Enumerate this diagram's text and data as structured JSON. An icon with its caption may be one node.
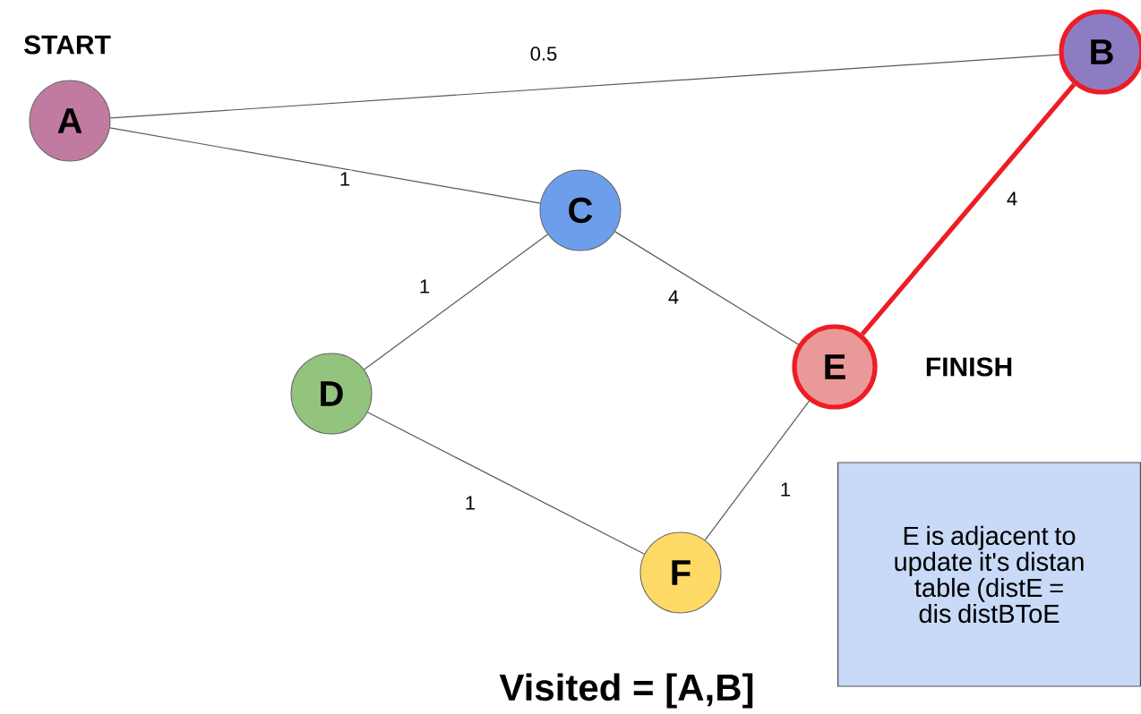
{
  "diagram": {
    "nodes": [
      {
        "text": [
          "A"
        ],
        "beside": [
          "START"
        ]
      },
      {
        "text": [
          "B"
        ]
      },
      {
        "text": [
          "C"
        ]
      },
      {
        "text": [
          "D"
        ]
      },
      {
        "text": [
          "E"
        ],
        "beside": [
          "FINISH"
        ]
      },
      {
        "text": [
          "F"
        ]
      },
      {
        "text": [
          "E is adjacent to update it's distan table (distE = dis distBToE"
        ]
      }
    ],
    "edges": [
      {
        "from": 0,
        "to": 1,
        "arrow": "none",
        "label": "0.5"
      },
      {
        "from": 0,
        "to": 2,
        "arrow": "none",
        "label": "1"
      },
      {
        "from": 1,
        "to": 4,
        "arrow": "none",
        "label": "4",
        "style": "thick",
        "color": "#ee1c24"
      },
      {
        "from": 2,
        "to": 3,
        "arrow": "none",
        "label": "1"
      },
      {
        "from": 2,
        "to": 4,
        "arrow": "none",
        "label": "4"
      },
      {
        "from": 3,
        "to": 5,
        "arrow": "none",
        "label": "1"
      },
      {
        "from": 4,
        "to": 5,
        "arrow": "none",
        "label": "1"
      }
    ],
    "labels": [
      "Visited = [A,B]"
    ]
  }
}
